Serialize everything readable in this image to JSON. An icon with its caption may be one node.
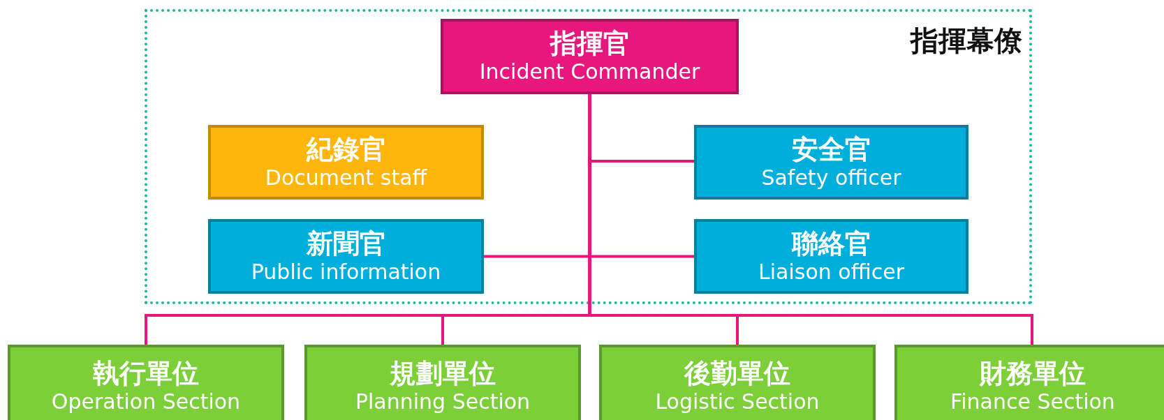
{
  "diagram": {
    "nodes": [
      {
        "text": [
          "指揮幕僚"
        ]
      },
      {
        "text": [
          "指揮官",
          "Incident Commander"
        ],
        "in": 0
      },
      {
        "text": [
          "紀錄官",
          "Document staff"
        ],
        "in": 0
      },
      {
        "text": [
          "安全官",
          "Safety officer"
        ],
        "in": 0
      },
      {
        "text": [
          "新聞官",
          "Public information"
        ],
        "in": 0
      },
      {
        "text": [
          "聯絡官",
          "Liaison officer"
        ],
        "in": 0
      },
      {
        "text": [
          "執行單位",
          "Operation Section"
        ]
      },
      {
        "text": [
          "規劃單位",
          "Planning Section"
        ]
      },
      {
        "text": [
          "後勤單位",
          "Logistic Section"
        ]
      },
      {
        "text": [
          "財務單位",
          "Finance Section"
        ]
      }
    ],
    "edges": [
      {
        "from": 1,
        "to": 3,
        "arrow": "none"
      },
      {
        "from": 1,
        "to": 4,
        "arrow": "none"
      },
      {
        "from": 1,
        "to": 5,
        "arrow": "none"
      },
      {
        "from": 1,
        "to": 6,
        "arrow": "none"
      },
      {
        "from": 1,
        "to": 7,
        "arrow": "none"
      },
      {
        "from": 1,
        "to": 8,
        "arrow": "none"
      },
      {
        "from": 1,
        "to": 9,
        "arrow": "none"
      }
    ]
  }
}
